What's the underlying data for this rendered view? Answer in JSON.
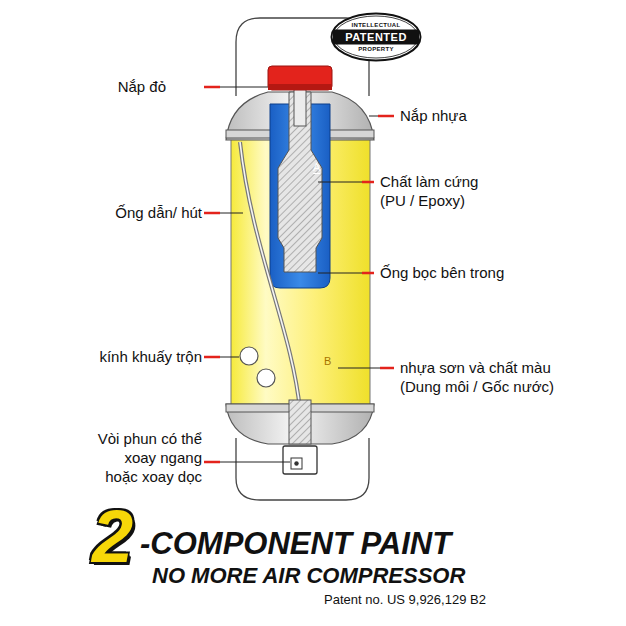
{
  "diagram": {
    "nodes": [
      {
        "text": [
          "INTELLECTUAL",
          "PATENTED",
          "PROPERTY"
        ]
      }
    ],
    "labels": [
      "Nắp đỏ",
      "Nắp nhựa",
      "Chất làm cứng (PU / Epoxy)",
      "Ống dẫn/ hút",
      "Ống bọc bên trong",
      "kính khuấy trộn",
      "nhựa sơn và chất màu (Dung môi / Gốc nước)",
      "Vòi phun có thể xoay ngang hoặc xoay dọc",
      "A",
      "B",
      "2",
      "-COMPONENT PAINT",
      "NO MORE AIR COMPRESSOR",
      "Patent no. US 9,926,129 B2"
    ]
  }
}
